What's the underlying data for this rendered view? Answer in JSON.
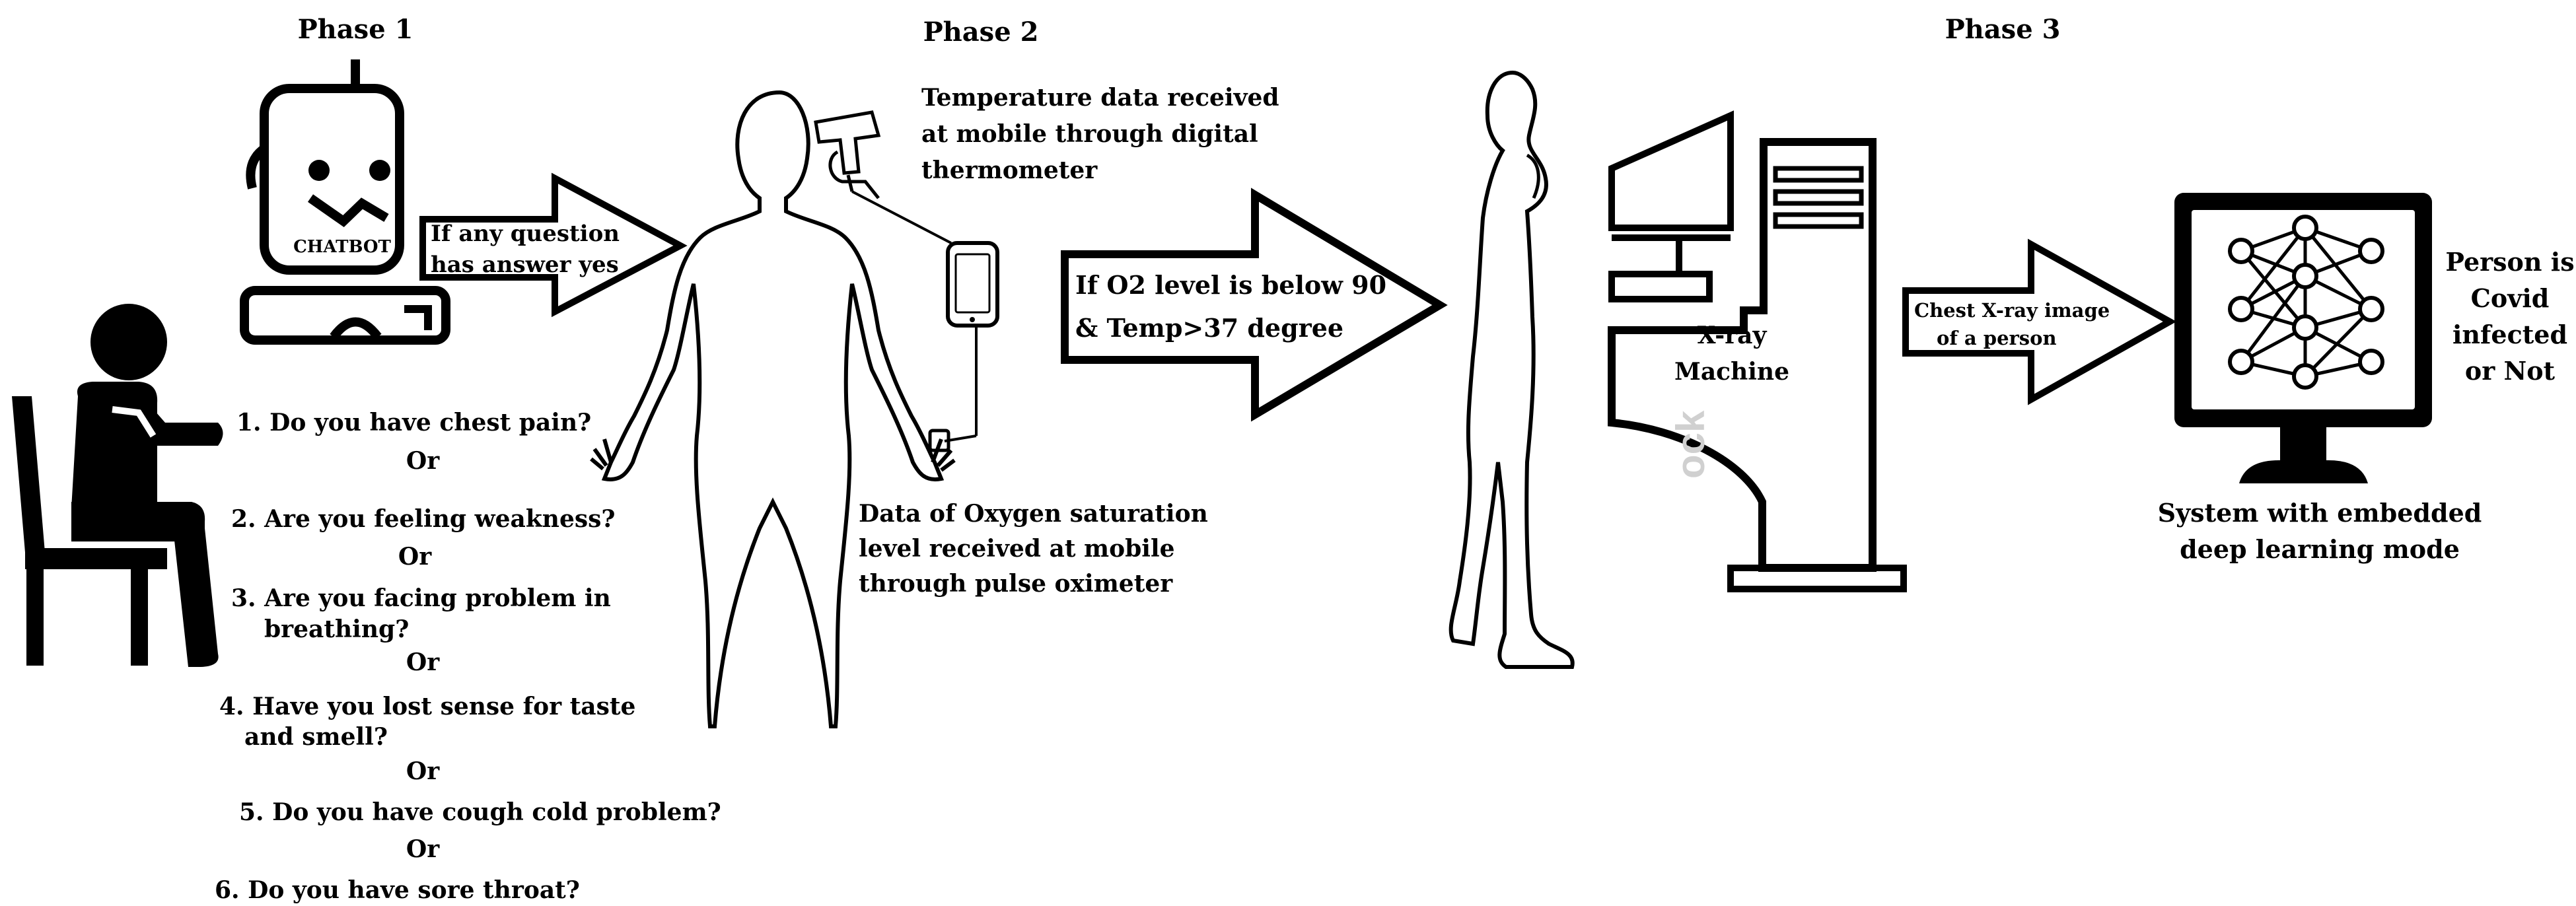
{
  "phases": {
    "phase1": "Phase 1",
    "phase2": "Phase 2",
    "phase3": "Phase 3"
  },
  "chatbot": {
    "screen_label": "CHATBOT"
  },
  "arrow1": {
    "line1": "If any question",
    "line2": "has answer yes"
  },
  "questions": {
    "q1": "1. Do you have chest pain?",
    "q2": "2. Are you feeling weakness?",
    "q3_line1": "3. Are you facing problem in",
    "q3_line2": "breathing?",
    "q4_line1": "4. Have you lost sense for taste",
    "q4_line2": "and smell?",
    "q5": "5. Do you have cough cold problem?",
    "q6": "6. Do you have sore throat?",
    "or": "Or"
  },
  "phase2": {
    "temp_line1": "Temperature data received",
    "temp_line2": "at mobile through digital",
    "temp_line3": "thermometer",
    "oxy_line1": "Data of Oxygen saturation",
    "oxy_line2": "level received at mobile",
    "oxy_line3": "through pulse oximeter"
  },
  "arrow2": {
    "line1": "If O2 level is below 90",
    "line2": "& Temp>37 degree"
  },
  "xray": {
    "label_line1": "X-ray",
    "label_line2": "Machine"
  },
  "arrow3": {
    "line1": "Chest X-ray image",
    "line2": "of a person"
  },
  "result": {
    "line1": "Person is",
    "line2": "Covid",
    "line3": "infected",
    "line4": "or Not"
  },
  "system": {
    "line1": "System with embedded",
    "line2": "deep learning mode"
  },
  "watermark": {
    "text": "ock"
  }
}
